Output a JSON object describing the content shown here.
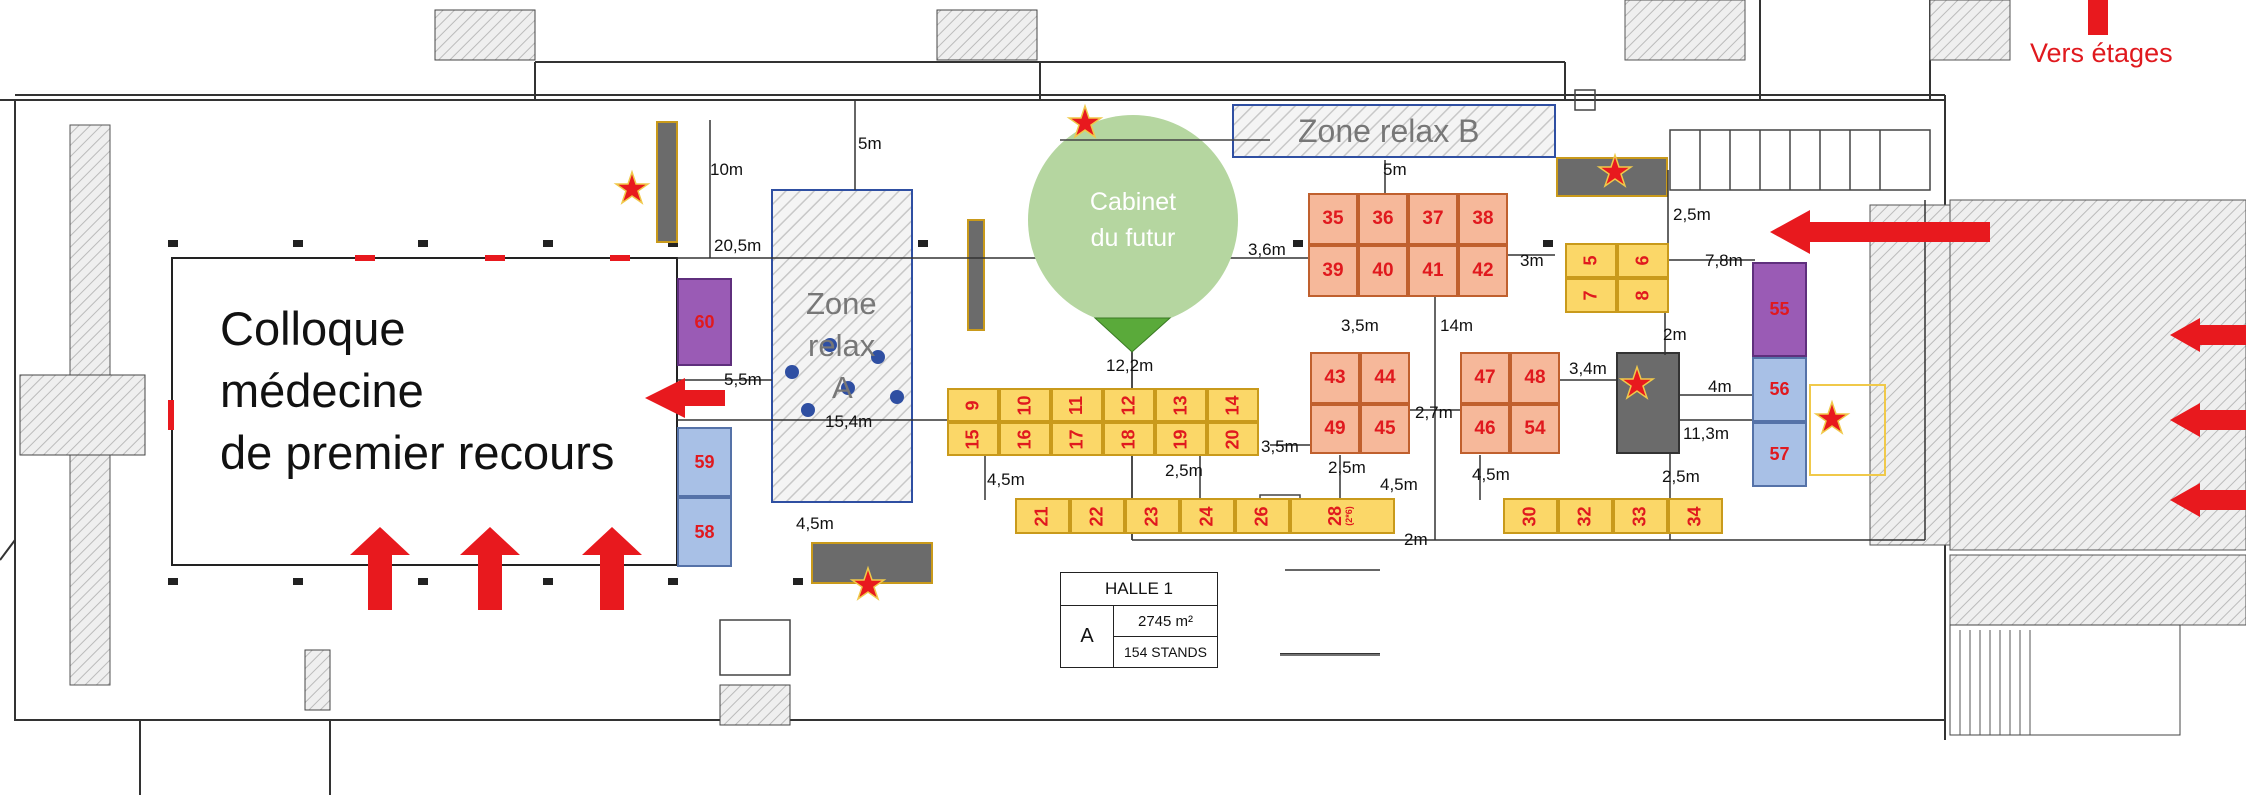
{
  "labels": {
    "colloque": [
      "Colloque",
      "médecine",
      "de premier recours"
    ],
    "zone_relax_a": [
      "Zone",
      "relax",
      "A"
    ],
    "zone_relax_b": "Zone relax B",
    "cabinet": [
      "Cabinet",
      "du futur"
    ],
    "vers_etages": "Vers étages"
  },
  "dimensions": [
    {
      "id": "d10m",
      "text": "10m"
    },
    {
      "id": "d5m_top",
      "text": "5m"
    },
    {
      "id": "d5m_b",
      "text": "5m"
    },
    {
      "id": "d20_5",
      "text": "20,5m"
    },
    {
      "id": "d3_6",
      "text": "3,6m"
    },
    {
      "id": "d3m",
      "text": "3m"
    },
    {
      "id": "d7_8",
      "text": "7,8m"
    },
    {
      "id": "d2_5top",
      "text": "2,5m"
    },
    {
      "id": "d3_5",
      "text": "3,5m"
    },
    {
      "id": "d14m",
      "text": "14m"
    },
    {
      "id": "d2m",
      "text": "2m"
    },
    {
      "id": "d5_5",
      "text": "5,5m"
    },
    {
      "id": "d15_4",
      "text": "15,4m"
    },
    {
      "id": "d12_2",
      "text": "12,2m"
    },
    {
      "id": "d3_4",
      "text": "3,4m"
    },
    {
      "id": "d4m",
      "text": "4m"
    },
    {
      "id": "d2_7",
      "text": "2,7m"
    },
    {
      "id": "d11_3",
      "text": "11,3m"
    },
    {
      "id": "d3_5b",
      "text": "3,5m"
    },
    {
      "id": "d4_5a",
      "text": "4,5m"
    },
    {
      "id": "d2_5a",
      "text": "2,5m"
    },
    {
      "id": "d2_5b",
      "text": "2,5m"
    },
    {
      "id": "d4_5b",
      "text": "4,5m"
    },
    {
      "id": "d4_5c",
      "text": "4,5m"
    },
    {
      "id": "d4_5d",
      "text": "4,5m"
    },
    {
      "id": "d2_5c",
      "text": "2,5m"
    },
    {
      "id": "d2m_b",
      "text": "2m"
    }
  ],
  "stands": [
    {
      "num": "35",
      "color": "salmon"
    },
    {
      "num": "36",
      "color": "salmon"
    },
    {
      "num": "37",
      "color": "salmon"
    },
    {
      "num": "38",
      "color": "salmon"
    },
    {
      "num": "39",
      "color": "salmon"
    },
    {
      "num": "40",
      "color": "salmon"
    },
    {
      "num": "41",
      "color": "salmon"
    },
    {
      "num": "42",
      "color": "salmon"
    },
    {
      "num": "43",
      "color": "salmon"
    },
    {
      "num": "44",
      "color": "salmon"
    },
    {
      "num": "49",
      "color": "salmon"
    },
    {
      "num": "45",
      "color": "salmon"
    },
    {
      "num": "47",
      "color": "salmon"
    },
    {
      "num": "48",
      "color": "salmon"
    },
    {
      "num": "46",
      "color": "salmon"
    },
    {
      "num": "54",
      "color": "salmon"
    },
    {
      "num": "5",
      "color": "yellow"
    },
    {
      "num": "6",
      "color": "yellow"
    },
    {
      "num": "7",
      "color": "yellow"
    },
    {
      "num": "8",
      "color": "yellow"
    },
    {
      "num": "9",
      "color": "yellow"
    },
    {
      "num": "10",
      "color": "yellow"
    },
    {
      "num": "11",
      "color": "yellow"
    },
    {
      "num": "12",
      "color": "yellow"
    },
    {
      "num": "13",
      "color": "yellow"
    },
    {
      "num": "14",
      "color": "yellow"
    },
    {
      "num": "15",
      "color": "yellow"
    },
    {
      "num": "16",
      "color": "yellow"
    },
    {
      "num": "17",
      "color": "yellow"
    },
    {
      "num": "18",
      "color": "yellow"
    },
    {
      "num": "19",
      "color": "yellow"
    },
    {
      "num": "20",
      "color": "yellow"
    },
    {
      "num": "21",
      "color": "yellow"
    },
    {
      "num": "22",
      "color": "yellow"
    },
    {
      "num": "23",
      "color": "yellow"
    },
    {
      "num": "24",
      "color": "yellow"
    },
    {
      "num": "26",
      "color": "yellow"
    },
    {
      "num": "28",
      "color": "yellow",
      "sub": "(2*6)"
    },
    {
      "num": "30",
      "color": "yellow"
    },
    {
      "num": "32",
      "color": "yellow"
    },
    {
      "num": "33",
      "color": "yellow"
    },
    {
      "num": "34",
      "color": "yellow"
    },
    {
      "num": "60",
      "color": "purple"
    },
    {
      "num": "55",
      "color": "purple"
    },
    {
      "num": "59",
      "color": "blue"
    },
    {
      "num": "58",
      "color": "blue"
    },
    {
      "num": "56",
      "color": "blue"
    },
    {
      "num": "57",
      "color": "blue"
    }
  ],
  "halle": {
    "title": "HALLE 1",
    "letter": "A",
    "area": "2745 m²",
    "stands": "154 STANDS"
  },
  "colors": {
    "stand_text": "#e0191e",
    "salmon": "#f6b89a",
    "yellow": "#fbd768",
    "purple": "#9a5bb5",
    "blue": "#a8c0e6",
    "cabinet": "#b5d6a0",
    "arrow": "#e8191e"
  }
}
